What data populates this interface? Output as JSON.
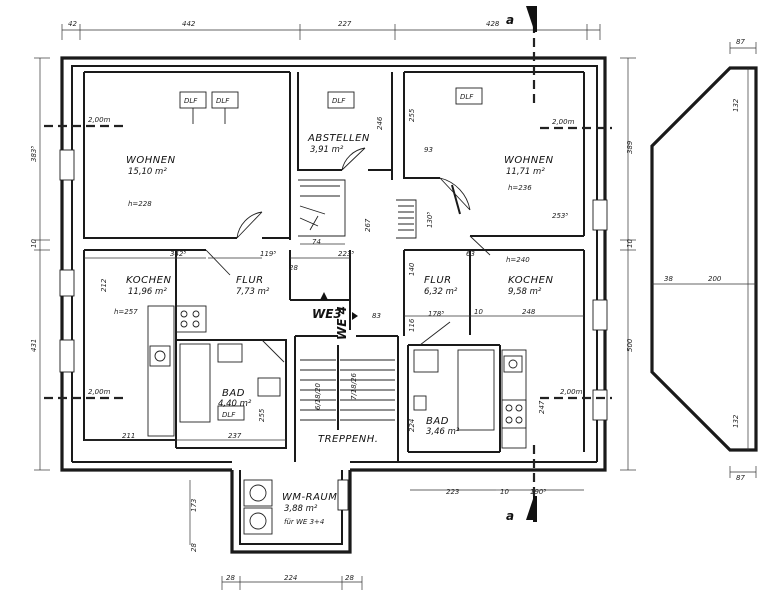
{
  "rooms": {
    "wohnen_left": {
      "name": "WOHNEN",
      "area": "15,10 m²",
      "note": "h=228"
    },
    "abstellen": {
      "name": "ABSTELLEN",
      "area": "3,91 m²"
    },
    "wohnen_right": {
      "name": "WOHNEN",
      "area": "11,71 m²",
      "note": "h=236"
    },
    "kochen_left": {
      "name": "KOCHEN",
      "area": "11,96 m²",
      "note": "h=257"
    },
    "flur_left": {
      "name": "FLUR",
      "area": "7,73 m²"
    },
    "flur_right": {
      "name": "FLUR",
      "area": "6,32 m²"
    },
    "kochen_right": {
      "name": "KOCHEN",
      "area": "9,58 m²",
      "note": "h=240"
    },
    "bad_left": {
      "name": "BAD",
      "area": "4,40 m²"
    },
    "bad_right": {
      "name": "BAD",
      "area": "3,46 m²"
    },
    "treppenhaus": {
      "name": "TREPPENH."
    },
    "wm_raum": {
      "name": "WM-RAUM",
      "area": "3,88 m²",
      "note": "für WE 3+4"
    }
  },
  "units": {
    "we3": "WE3",
    "we4": "WE 4"
  },
  "section_marker": "a",
  "skylight": "DLF",
  "heights": {
    "wl": "2,00m",
    "wr": "2,00m",
    "kl": "2,00m",
    "kr": "2,00m"
  },
  "stair_counts": {
    "left": "6/18/20",
    "right": "7/18/26"
  },
  "dims": {
    "top_1": "42",
    "top_2": "442",
    "top_3": "227",
    "top_4": "428",
    "left_1": "383⁵",
    "left_2": "10",
    "left_3": "431",
    "right_1": "389",
    "right_2": "10",
    "right_3": "500",
    "d_342": "342⁵",
    "d_119": "119⁵",
    "d_28": "28",
    "d_223": "223⁵",
    "d_74": "74",
    "d_212": "212",
    "d_267": "267",
    "d_246": "246",
    "d_255": "255",
    "d_93": "93",
    "d_253": "253⁵",
    "d_130": "130⁵",
    "d_63": "63",
    "d_140": "140",
    "d_83": "83",
    "d_178": "178⁵",
    "d_10": "10",
    "d_248": "248",
    "d_116": "116",
    "d_211": "211",
    "d_237": "237",
    "d_255b": "255",
    "d_224": "224",
    "d_247": "247",
    "b_223": "223",
    "b_10": "10",
    "b_190": "190⁵",
    "wm_173": "173",
    "wm_28": "28",
    "wm_224": "224",
    "wm_28b": "28",
    "wm_28c": "28",
    "side_87t": "87",
    "side_132t": "132",
    "side_38": "38",
    "side_200": "200",
    "side_132b": "132",
    "side_87b": "87"
  }
}
